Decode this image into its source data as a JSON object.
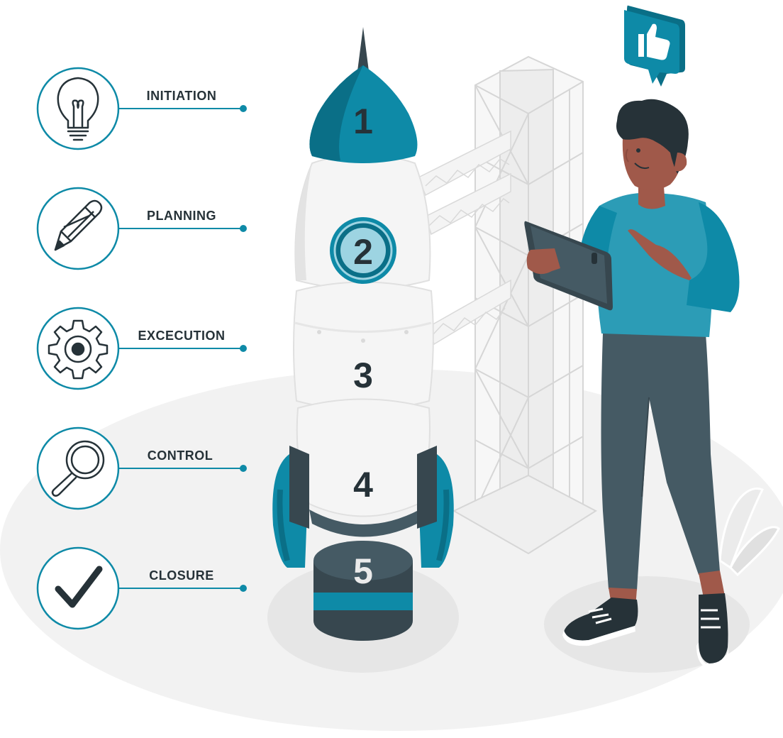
{
  "colors": {
    "teal": "#0E8AA7",
    "teal_dark": "#0A6F87",
    "teal_light": "#9DD4E2",
    "dark": "#263238",
    "grey_light": "#EBEBEB",
    "grey_mid": "#DBDBDB",
    "skin": "#A0594A",
    "shirt": "#2C9CB6",
    "pants": "#455A64",
    "white": "#FFFFFF"
  },
  "phases": [
    {
      "label": "INITIATION",
      "icon": "lightbulb-icon"
    },
    {
      "label": "PLANNING",
      "icon": "pencil-icon"
    },
    {
      "label": "EXCECUTION",
      "icon": "gear-icon"
    },
    {
      "label": "CONTROL",
      "icon": "magnifier-icon"
    },
    {
      "label": "CLOSURE",
      "icon": "checkmark-icon"
    }
  ],
  "rocket_stages": [
    "1",
    "2",
    "3",
    "4",
    "5"
  ],
  "reaction_icon": "thumbs-up-icon"
}
